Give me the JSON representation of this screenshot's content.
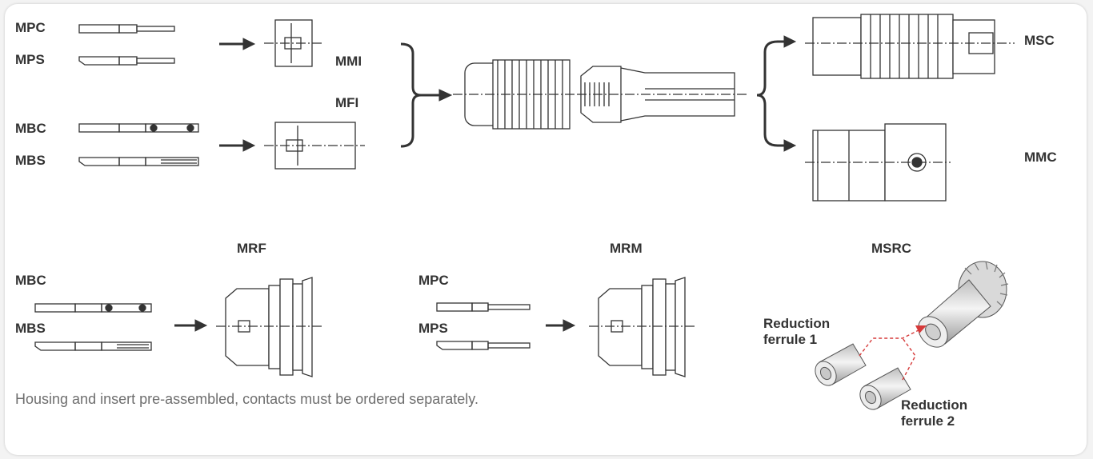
{
  "labels": {
    "mpc_top": "MPC",
    "mps_top": "MPS",
    "mbc_top": "MBC",
    "mbs_top": "MBS",
    "mmi": "MMI",
    "mfi": "MFI",
    "msc": "MSC",
    "mmc": "MMC",
    "mrf": "MRF",
    "mrm": "MRM",
    "msrc": "MSRC",
    "mbc_bottom": "MBC",
    "mbs_bottom": "MBS",
    "mpc_bottom": "MPC",
    "mps_bottom": "MPS",
    "reduction_ferrule_1": "Reduction\nferrule 1",
    "reduction_ferrule_2": "Reduction\nferrule 2"
  },
  "note": "Housing and insert pre-assembled, contacts must be ordered separately.",
  "colors": {
    "line": "#333333",
    "text": "#333333",
    "note": "#6e6e6e",
    "pointer": "#d63a3a"
  }
}
